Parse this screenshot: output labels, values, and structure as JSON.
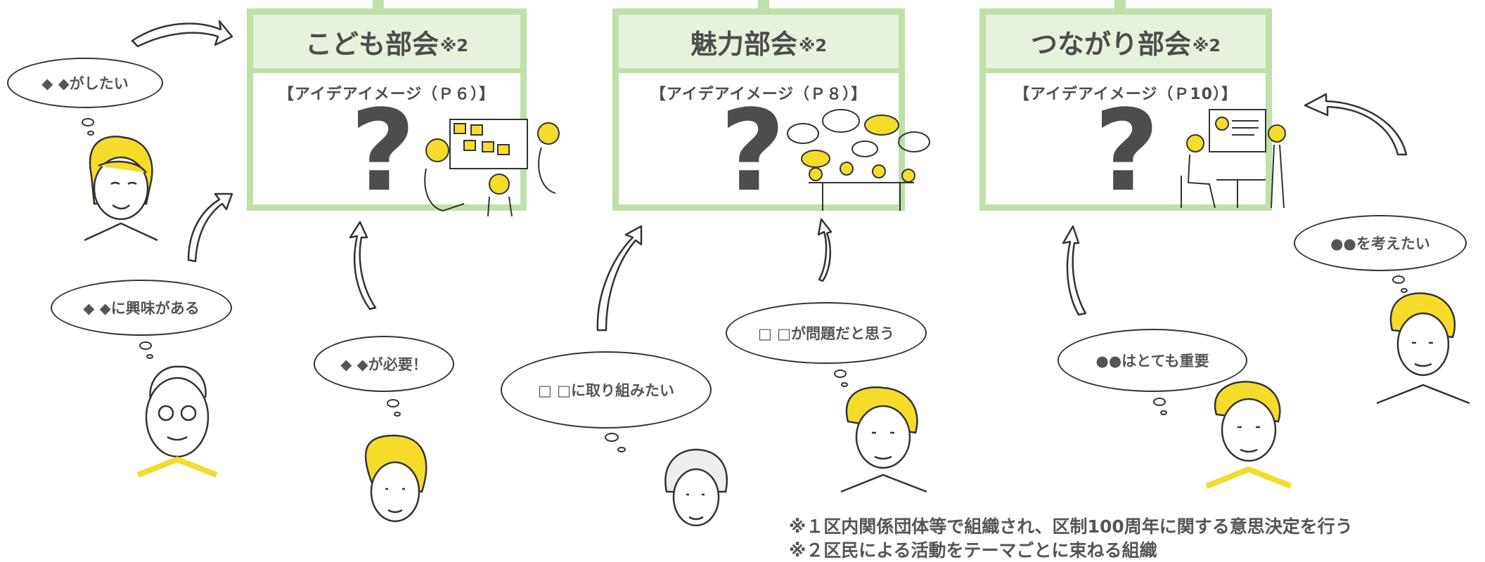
{
  "panels": [
    {
      "title": "こども部会",
      "note": "※2",
      "subtitle": "【アイデアイメージ（Ｐ６）】",
      "qmark": "?"
    },
    {
      "title": "魅力部会",
      "note": "※2",
      "subtitle": "【アイデアイメージ（Ｐ８）】",
      "qmark": "?"
    },
    {
      "title": "つながり部会",
      "note": "※2",
      "subtitle": "【アイデアイメージ（Ｐ10）】",
      "qmark": "?"
    }
  ],
  "bubbles": {
    "b1": "◆ ◆がしたい",
    "b2": "◆ ◆に興味がある",
    "b3": "◆ ◆が必要！",
    "b4": "□ □に取り組みたい",
    "b5": "□ □が問題だと思う",
    "b6": "●●はとても重要",
    "b7": "●●を考えたい"
  },
  "footnotes": [
    "※１区内関係団体等で組織され、区制100周年に関する意思決定を行う",
    "※２区民による活動をテーマごとに束ねる組織"
  ],
  "colors": {
    "panel_border": "#bfe0a8",
    "panel_header": "#e6f2dc",
    "hair": "#f5dc2a",
    "text": "#4d4d4d"
  }
}
